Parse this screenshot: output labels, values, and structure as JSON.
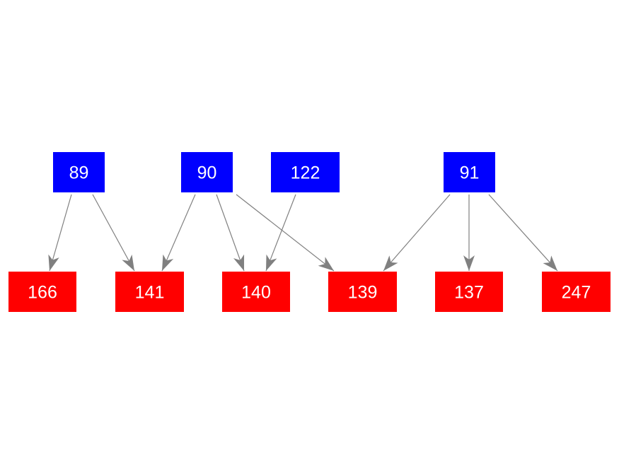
{
  "diagram": {
    "colors": {
      "parent_node": "#0000ff",
      "child_node": "#ff0000",
      "edge": "#808080",
      "label": "#ffffff",
      "background": "#ffffff"
    },
    "nodes": [
      {
        "id": "n89",
        "label": "89",
        "kind": "parent"
      },
      {
        "id": "n90",
        "label": "90",
        "kind": "parent"
      },
      {
        "id": "n122",
        "label": "122",
        "kind": "parent"
      },
      {
        "id": "n91",
        "label": "91",
        "kind": "parent"
      },
      {
        "id": "n166",
        "label": "166",
        "kind": "child"
      },
      {
        "id": "n141",
        "label": "141",
        "kind": "child"
      },
      {
        "id": "n140",
        "label": "140",
        "kind": "child"
      },
      {
        "id": "n139",
        "label": "139",
        "kind": "child"
      },
      {
        "id": "n137",
        "label": "137",
        "kind": "child"
      },
      {
        "id": "n247",
        "label": "247",
        "kind": "child"
      }
    ],
    "edges": [
      {
        "from": "n89",
        "to": "n166"
      },
      {
        "from": "n89",
        "to": "n141"
      },
      {
        "from": "n90",
        "to": "n141"
      },
      {
        "from": "n90",
        "to": "n140"
      },
      {
        "from": "n90",
        "to": "n139"
      },
      {
        "from": "n122",
        "to": "n140"
      },
      {
        "from": "n91",
        "to": "n139"
      },
      {
        "from": "n91",
        "to": "n137"
      },
      {
        "from": "n91",
        "to": "n247"
      }
    ]
  }
}
